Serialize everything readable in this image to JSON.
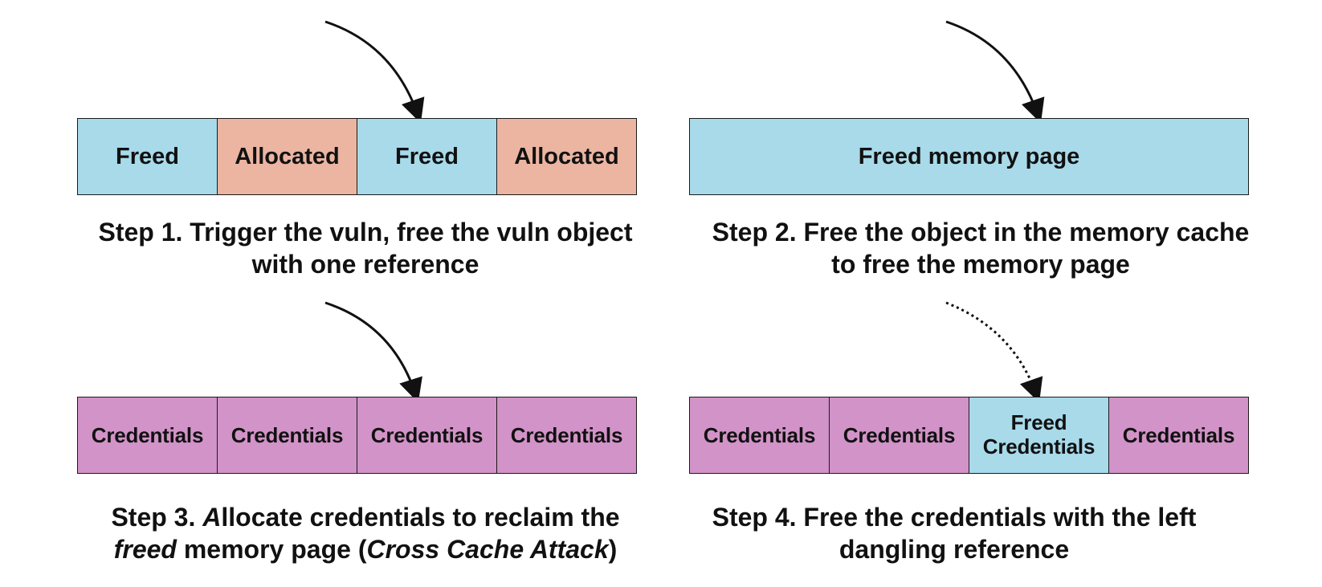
{
  "step1": {
    "cells": [
      "Freed",
      "Allocated",
      "Freed",
      "Allocated"
    ],
    "caption_line1": "Step 1. Trigger the vuln, free the vuln object",
    "caption_line2": "with one reference"
  },
  "step2": {
    "page_label": "Freed memory page",
    "caption_line1": "Step 2. Free the object in the memory cache",
    "caption_line2": "to free the memory page"
  },
  "step3": {
    "cells": [
      "Credentials",
      "Credentials",
      "Credentials",
      "Credentials"
    ],
    "caption_line1_prefix": "Step 3. ",
    "caption_line1_italic": "A",
    "caption_line1_suffix": "llocate credentials to reclaim the",
    "caption_line2_italic_1": "freed",
    "caption_line2_middle": " memory page (",
    "caption_line2_italic_2": "Cross Cache Attack",
    "caption_line2_end": ")"
  },
  "step4": {
    "cell1": "Credentials",
    "cell2": "Credentials",
    "cell3_line1": "Freed",
    "cell3_line2": "Credentials",
    "cell4": "Credentials",
    "caption_line1": "Step 4. Free the credentials with the left",
    "caption_line2": "dangling reference"
  },
  "colors": {
    "freed": "#a8daea",
    "allocated": "#ebb5a2",
    "credentials": "#d293c8",
    "border": "#1a1a1a"
  }
}
